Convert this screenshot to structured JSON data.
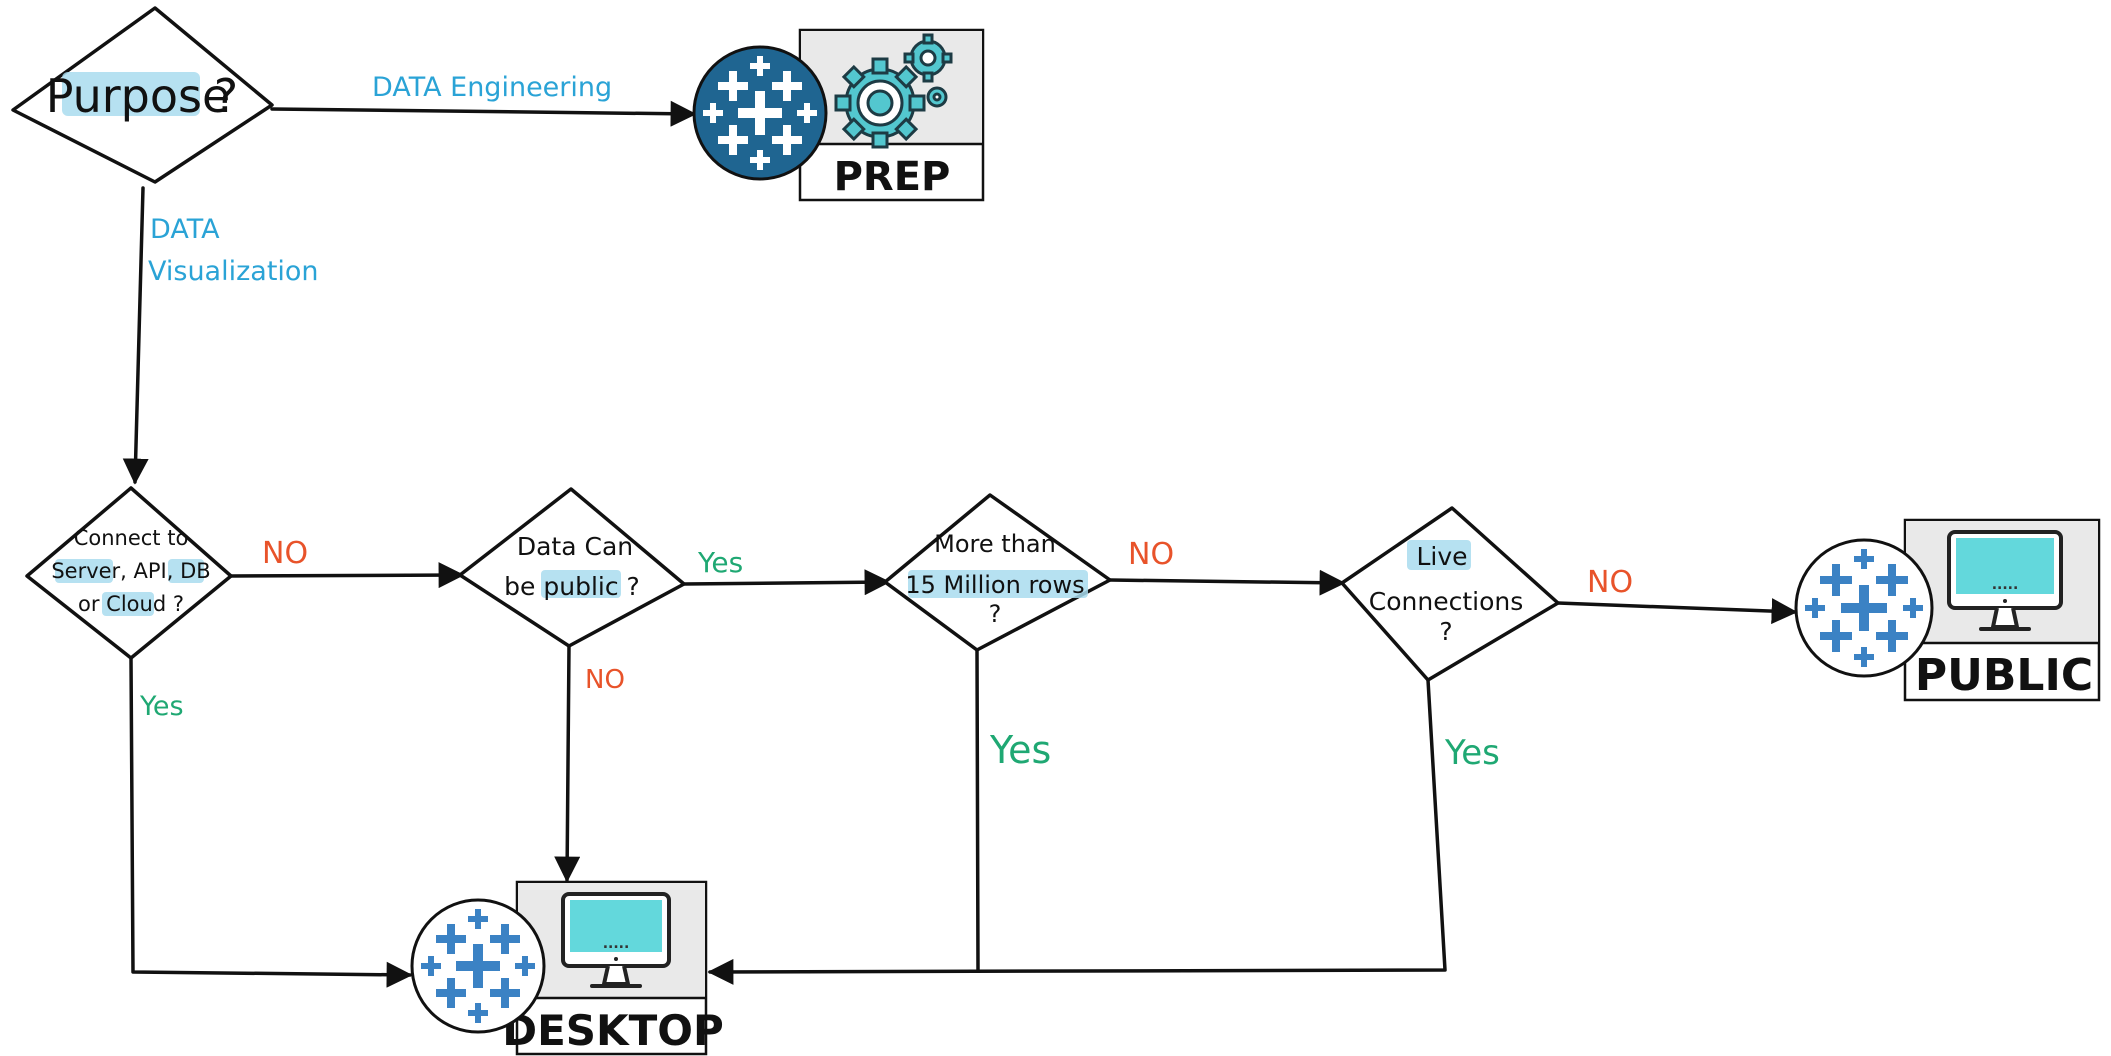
{
  "colors": {
    "line": "#111111",
    "highlight": "#a9dcef",
    "edge_blue": "#2aa3d6",
    "edge_red": "#e8532a",
    "edge_green": "#1fa873",
    "prep_circle": "#1f6591",
    "logo_blue": "#3b82c4",
    "screen_cyan": "#63d8dc",
    "gear_teal": "#53c7cf",
    "card_bg": "#e9e9e9"
  },
  "nodes": {
    "purpose": {
      "text": "Purpose",
      "mark": "?"
    },
    "connect": {
      "line1": "Connect to",
      "line2": "Server, API, DB",
      "line3": "or Cloud ?"
    },
    "public_q": {
      "line1": "Data Can",
      "line2": "be public ?"
    },
    "rows": {
      "line1": "More than",
      "line2": "15 Million rows",
      "line3": "?"
    },
    "live": {
      "line1": "Live",
      "line2": "Connections",
      "line3": "?"
    }
  },
  "products": {
    "prep": {
      "label": "PREP",
      "icon": "gears-icon"
    },
    "desktop": {
      "label": "DESKTOP",
      "icon": "monitor-icon",
      "screen_text": "....."
    },
    "public": {
      "label": "PUBLIC",
      "icon": "monitor-icon",
      "screen_text": "....."
    }
  },
  "edges": {
    "engineering": "DATA Engineering",
    "visualization_1": "DATA",
    "visualization_2": "Visualization",
    "connect_no": "NO",
    "connect_yes": "Yes",
    "public_yes": "Yes",
    "public_no": "NO",
    "rows_no": "NO",
    "rows_yes": "Yes",
    "live_no": "NO",
    "live_yes": "Yes"
  }
}
